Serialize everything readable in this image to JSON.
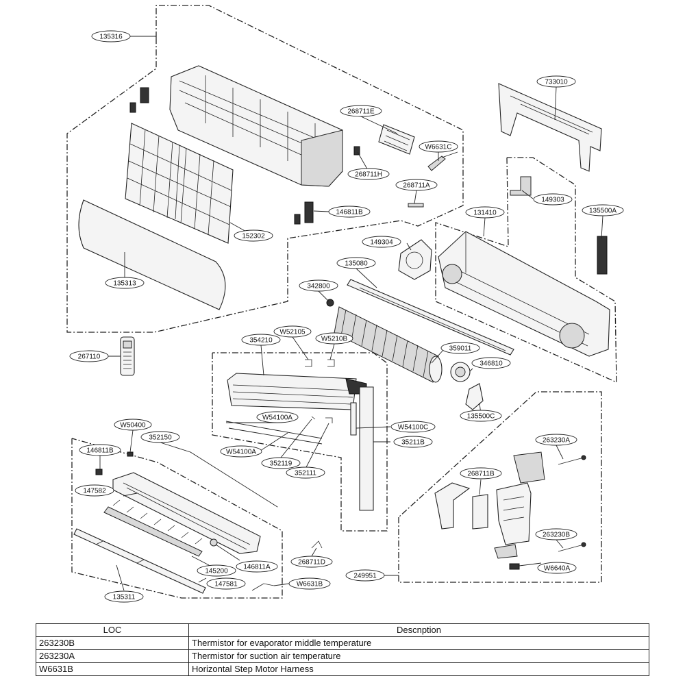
{
  "labels": {
    "l135316": "135316",
    "l733010": "733010",
    "l268711E": "268711E",
    "l268711H": "268711H",
    "lW6631C": "W6631C",
    "l268711A": "268711A",
    "l149303": "149303",
    "l131410": "131410",
    "l135500A": "135500A",
    "l146811B_top": "146811B",
    "l152302": "152302",
    "l149304": "149304",
    "l135080": "135080",
    "l342800": "342800",
    "l135313": "135313",
    "l267110": "267110",
    "l354210": "354210",
    "lW52105": "W52105",
    "lW5210B": "W5210B",
    "l359011": "359011",
    "l346810": "346810",
    "l135500C": "135500C",
    "lW50400": "W50400",
    "l352150": "352150",
    "lW54100A_top": "W54100A",
    "lW54100C": "W54100C",
    "l35211B": "35211B",
    "l146811B_left": "146811B",
    "lW54100A_bot": "W54100A",
    "l352119": "352119",
    "l352111": "352111",
    "l263230A": "263230A",
    "l268711B": "268711B",
    "l147582": "147582",
    "l263230B": "263230B",
    "l146811A": "146811A",
    "l268711D": "268711D",
    "l145200": "145200",
    "lW6640A": "W6640A",
    "l249951": "249951",
    "l147581": "147581",
    "lW6631B": "W6631B",
    "l135311": "135311"
  },
  "table": {
    "header_loc": "LOC",
    "header_desc": "Descnption",
    "rows": [
      {
        "loc": "263230B",
        "desc": "Thermistor for evaporator middle temperature"
      },
      {
        "loc": "263230A",
        "desc": "Thermistor for suction air temperature"
      },
      {
        "loc": "W6631B",
        "desc": "Horizontal  Step Motor Harness"
      }
    ]
  }
}
